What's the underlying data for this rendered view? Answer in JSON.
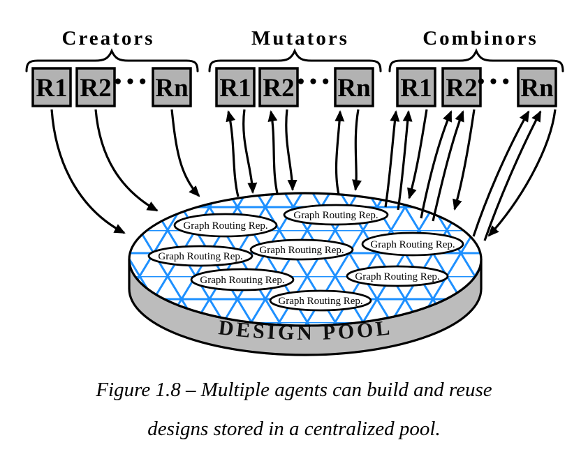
{
  "figure": {
    "groups": [
      {
        "label": "Creators",
        "boxes": [
          "R1",
          "R2",
          "Rn"
        ],
        "ellipsis": "•••"
      },
      {
        "label": "Mutators",
        "boxes": [
          "R1",
          "R2",
          "Rn"
        ],
        "ellipsis": "•••"
      },
      {
        "label": "Combinors",
        "boxes": [
          "R1",
          "R2",
          "Rn"
        ],
        "ellipsis": "•••"
      }
    ],
    "pool": {
      "title": "DESIGN POOL",
      "rep_label": "Graph Routing Rep.",
      "rep_count": 8
    }
  },
  "caption": {
    "line1": "Figure 1.8 – Multiple agents can build and reuse",
    "line2": "designs stored in a centralized pool."
  },
  "colors": {
    "mesh_blue": "#1E90FF",
    "box_gray": "#b2b2b2",
    "pool_side_gray": "#bcbcbc",
    "ink": "#000000"
  }
}
